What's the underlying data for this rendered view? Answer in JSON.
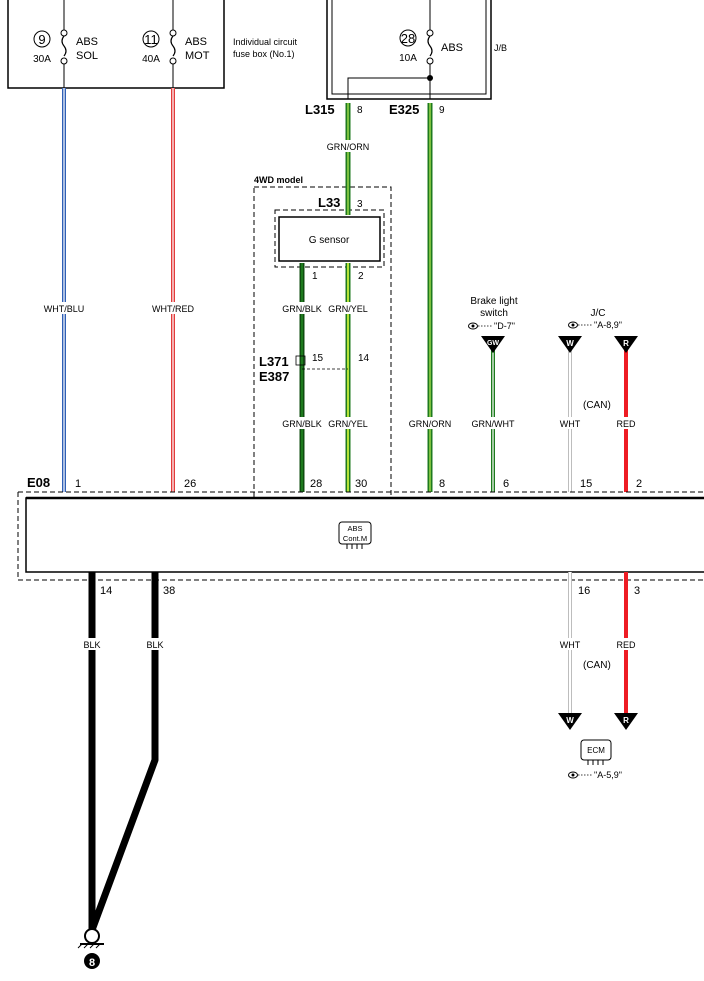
{
  "fusebox": {
    "fuse1": {
      "num": "9",
      "amp": "30A",
      "name1": "ABS",
      "name2": "SOL"
    },
    "fuse2": {
      "num": "11",
      "amp": "40A",
      "name1": "ABS",
      "name2": "MOT"
    },
    "label1": "Individual circuit",
    "label2": "fuse box (No.1)"
  },
  "jb": {
    "fuse_num": "28",
    "amp": "10A",
    "name": "ABS",
    "label": "J/B"
  },
  "connectors": {
    "l315": "L315",
    "l315_pin": "8",
    "e325": "E325",
    "e325_pin": "9",
    "l33": "L33",
    "l33_pin": "3",
    "l371": "L371",
    "e387": "E387",
    "l371_pin1": "15",
    "l371_pin2": "14",
    "e08": "E08"
  },
  "model_label": "4WD model",
  "gsensor": {
    "label": "G sensor",
    "pin1": "1",
    "pin2": "2"
  },
  "wires": {
    "wht_blu": "WHT/BLU",
    "wht_red": "WHT/RED",
    "grn_orn_top": "GRN/ORN",
    "grn_blk1": "GRN/BLK",
    "grn_yel1": "GRN/YEL",
    "grn_blk2": "GRN/BLK",
    "grn_yel2": "GRN/YEL",
    "grn_orn": "GRN/ORN",
    "grn_wht": "GRN/WHT",
    "wht1": "WHT",
    "red1": "RED",
    "wht2": "WHT",
    "red2": "RED",
    "blk1": "BLK",
    "blk2": "BLK"
  },
  "brake": {
    "label1": "Brake light",
    "label2": "switch",
    "ref": "\"D-7\"",
    "code": "GW"
  },
  "jc": {
    "label": "J/C",
    "ref": "\"A-8,9\"",
    "code_w": "W",
    "code_r": "R"
  },
  "can1": "(CAN)",
  "can2": "(CAN)",
  "e08_pins": {
    "p1": "1",
    "p26": "26",
    "p28": "28",
    "p30": "30",
    "p8": "8",
    "p6": "6",
    "p15": "15",
    "p2": "2"
  },
  "abs_unit": {
    "line1": "ABS",
    "line2": "Cont.M"
  },
  "bottom_pins": {
    "p14": "14",
    "p38": "38",
    "p16": "16",
    "p3": "3"
  },
  "ecm": {
    "label": "ECM",
    "ref": "\"A-5,9\"",
    "code_w": "W",
    "code_r": "R"
  },
  "ground": {
    "num": "8"
  },
  "colors": {
    "green": "#1e7a1e",
    "green_light": "#9bd84a",
    "blue": "#2f5fb5",
    "red_stripe": "#e23b3b",
    "red": "#ee1c24",
    "black": "#000000",
    "gray": "#bdbdbd"
  }
}
